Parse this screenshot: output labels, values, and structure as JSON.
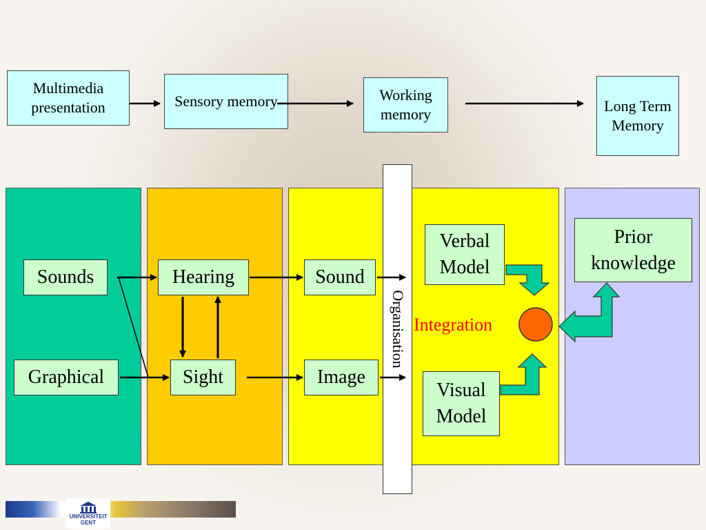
{
  "stages": {
    "multimedia": "Multimedia presentation",
    "sensory": "Sensory memory",
    "working": "Working memory",
    "longterm": "Long Term Memory"
  },
  "boxes": {
    "sounds": "Sounds",
    "graphical": "Graphical",
    "hearing": "Hearing",
    "sight": "Sight",
    "sound": "Sound",
    "image": "Image",
    "verbal_model": "Verbal Model",
    "visual_model": "Visual Model",
    "prior_knowledge": "Prior knowledge"
  },
  "organisation": "Organisation",
  "integration": "Integration",
  "logo": {
    "line1": "UNIVERSITEIT",
    "line2": "GENT"
  },
  "colors": {
    "panel_teal": "#00cc99",
    "panel_orange": "#ffcc00",
    "panel_yellow": "#ffff00",
    "panel_lavender": "#ccccff",
    "box_green": "#ccffcc",
    "stage_cyan": "#ccffff",
    "integration_circle": "#ff6600",
    "block_arrow": "#00cc99",
    "integration_text": "#ff0000"
  }
}
